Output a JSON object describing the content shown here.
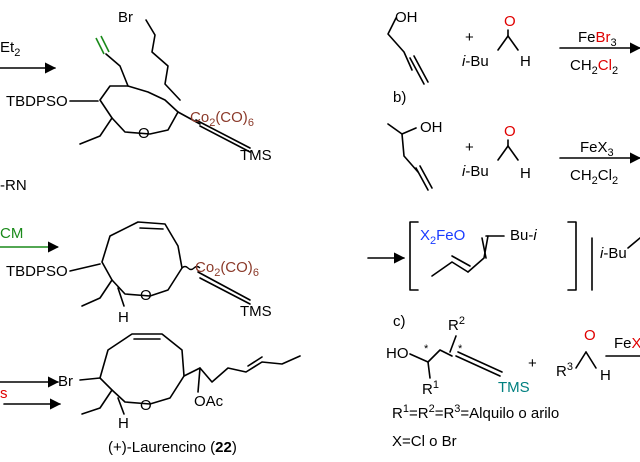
{
  "colors": {
    "text": "#000000",
    "cobalt": "#8b3a2a",
    "hetero_red": "#e00000",
    "heteroatom_blue": "#1a3cff",
    "green": "#1a8a1a",
    "teal": "#008080"
  },
  "left": {
    "reagent_top": "Et",
    "reagent_top_sub": "2",
    "compound1": {
      "br": "Br",
      "tbdpso": "TBDPSO",
      "o": "O",
      "co": "Co",
      "co_sub1": "2",
      "co_mid": "(CO)",
      "co_sub2": "6",
      "tms": "TMS"
    },
    "reagent_mid": "-RN",
    "reagent_cm": "CM",
    "compound2": {
      "tbdpso": "TBDPSO",
      "o": "O",
      "h": "H",
      "co": "Co",
      "co_sub1": "2",
      "co_mid": "(CO)",
      "co_sub2": "6",
      "tms": "TMS"
    },
    "reagent_bottom": "s",
    "compound3": {
      "br": "Br",
      "o": "O",
      "h": "H",
      "oac": "OAc"
    },
    "caption_pre": "(+)-Laurencino (",
    "caption_num": "22",
    "caption_post": ")"
  },
  "right": {
    "a": {
      "oh": "OH",
      "plus": "+",
      "ibu": "i",
      "ibu_rest": "-Bu",
      "o": "O",
      "h": "H",
      "reagent_pre": "Fe",
      "reagent_br": "Br",
      "reagent_sub": "3",
      "solvent_pre": "CH",
      "solvent_sub": "2",
      "solvent_cl": "Cl",
      "solvent_sub2": "2"
    },
    "b_label": "b)",
    "b": {
      "oh": "OH",
      "plus": "+",
      "ibu": "i",
      "ibu_rest": "-Bu",
      "o": "O",
      "h": "H",
      "reagent": "FeX",
      "reagent_sub": "3",
      "solvent_pre": "CH",
      "solvent_sub": "2",
      "solvent_cl": "Cl",
      "solvent_sub2": "2"
    },
    "intermediate": {
      "x2feo_x": "X",
      "x2feo_sub": "2",
      "x2feo_rest": "FeO",
      "bu": "Bu-",
      "bu_i": "i",
      "ibu_tail": "i",
      "ibu_tail_rest": "-Bu"
    },
    "c_label": "c)",
    "c": {
      "ho": "HO",
      "star": "*",
      "r2": "R",
      "r2_sup": "2",
      "r1": "R",
      "r1_sup": "1",
      "tms": "TMS",
      "plus": "+",
      "r3": "R",
      "r3_sup": "3",
      "o": "O",
      "h": "H",
      "reagent_pre": "Fe",
      "reagent_x": "X"
    },
    "note1_r1": "R",
    "note1_s1": "1",
    "note1_eq1": "=R",
    "note1_s2": "2",
    "note1_eq2": "=R",
    "note1_s3": "3",
    "note1_rest": "=Alquilo o arilo",
    "note2": "X=Cl o Br"
  }
}
